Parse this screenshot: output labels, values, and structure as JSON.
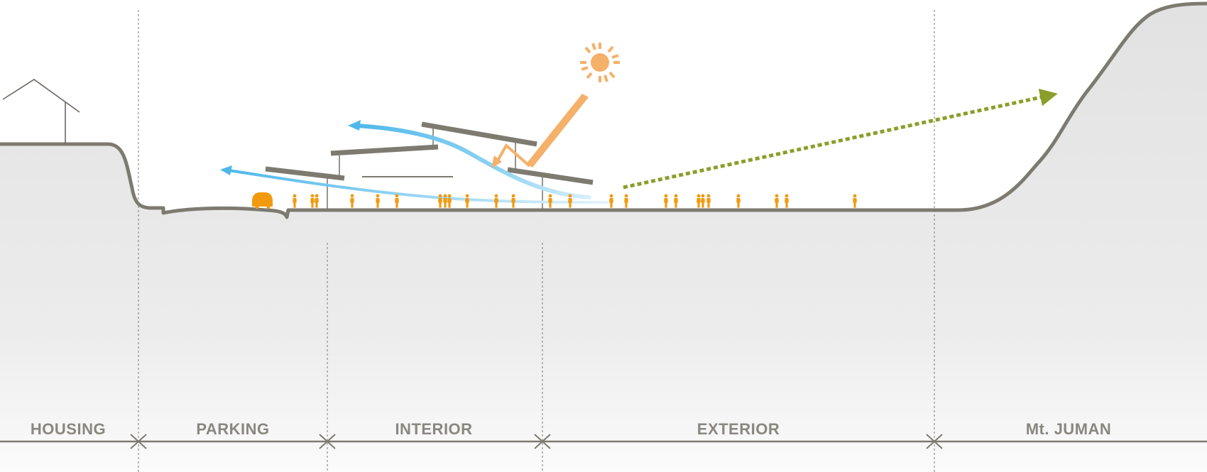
{
  "zones": [
    {
      "id": "housing",
      "label": "HOUSING"
    },
    {
      "id": "parking",
      "label": "PARKING"
    },
    {
      "id": "interior",
      "label": "INTERIOR"
    },
    {
      "id": "exterior",
      "label": "EXTERIOR"
    },
    {
      "id": "mt-juman",
      "label": "Mt. JUMAN"
    }
  ],
  "colors": {
    "ground_line": "#7d7a70",
    "ground_fill": "#e3e3e3",
    "roof": "#7d7a70",
    "people": "#f29a0f",
    "sun": "#f5b06a",
    "wind": "#4fb8ea",
    "view_arrow": "#8a9e2a"
  },
  "icons": [
    "house-icon",
    "car-icon",
    "sun-icon",
    "person-icon"
  ]
}
